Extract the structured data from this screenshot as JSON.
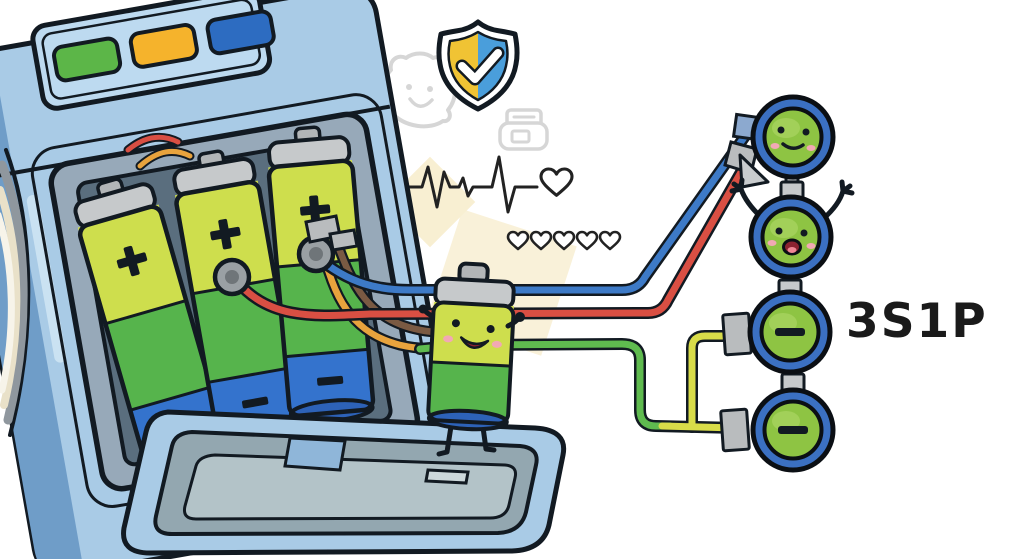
{
  "labels": {
    "configuration": "3S1P"
  },
  "charger": {
    "indicator_buttons": [
      {
        "name": "green-button",
        "color": "#5cb648"
      },
      {
        "name": "yellow-button",
        "color": "#f5b32c"
      },
      {
        "name": "blue-button",
        "color": "#2d6cc1"
      }
    ],
    "battery_slots": 3,
    "battery_markings": [
      "+",
      "-"
    ]
  },
  "cell_chain": {
    "pack_label": "3S1P",
    "nodes": [
      {
        "type": "smiley-cell"
      },
      {
        "type": "smiley-cell-with-arms"
      },
      {
        "type": "minus-cell"
      },
      {
        "type": "minus-cell"
      }
    ],
    "wires": [
      "blue",
      "red",
      "green",
      "yellow"
    ]
  },
  "decorations": {
    "hearts_count": 5,
    "icons": [
      "ghost-face",
      "safety-shield-check",
      "printer",
      "heartbeat-line",
      "heart"
    ]
  },
  "colors": {
    "outline": "#121a22",
    "label-text": "#1a1a1a",
    "charger-body": "#a9cbe6",
    "charger-side": "#6f9dc8",
    "panel": "#bddaf0",
    "button-green": "#5cb648",
    "button-yellow": "#f5b32c",
    "button-blue": "#2d6cc1",
    "compartment": "#97a9b9",
    "compartment-inner": "#5a6e7e",
    "cap-gray": "#c6c9cb",
    "nub-gray": "#b2b5b7",
    "battery-top": "#cede4d",
    "battery-mid": "#56b44c",
    "battery-bottom": "#3473cd",
    "battery-bottom-dark": "#2d62b8",
    "terminal-gray": "#9aa0a4",
    "wire-blue": "#3d7ac7",
    "wire-red": "#d94f43",
    "wire-green": "#5fbb4f",
    "wire-yellow": "#d8dc49",
    "wire-orange": "#e8a33d",
    "wire-brown": "#7a5a43",
    "cell-ring-blue": "#3b70c2",
    "cell-green": "#8ec443",
    "cell-green-light": "#a8d35f",
    "connector-gray": "#b9bcbe",
    "rod-gray": "#a7abae",
    "sleeve-gray": "#c6c9cb",
    "cheek-pink": "#f2a9b4",
    "mouth-red": "#8b2230",
    "tongue-pink": "#ef8795",
    "shield-yellow": "#f0c334",
    "shield-blue": "#4a9edb",
    "faint-gray": "#d6d6d6",
    "ecg-dark": "#222222",
    "pale-yellow": "#f8efd2",
    "lid-tray": "#93a7b0",
    "lid-floor": "#b3c3c8",
    "lid-hole": "#8fb6d9",
    "lid-ridge": "#cdd8db"
  }
}
